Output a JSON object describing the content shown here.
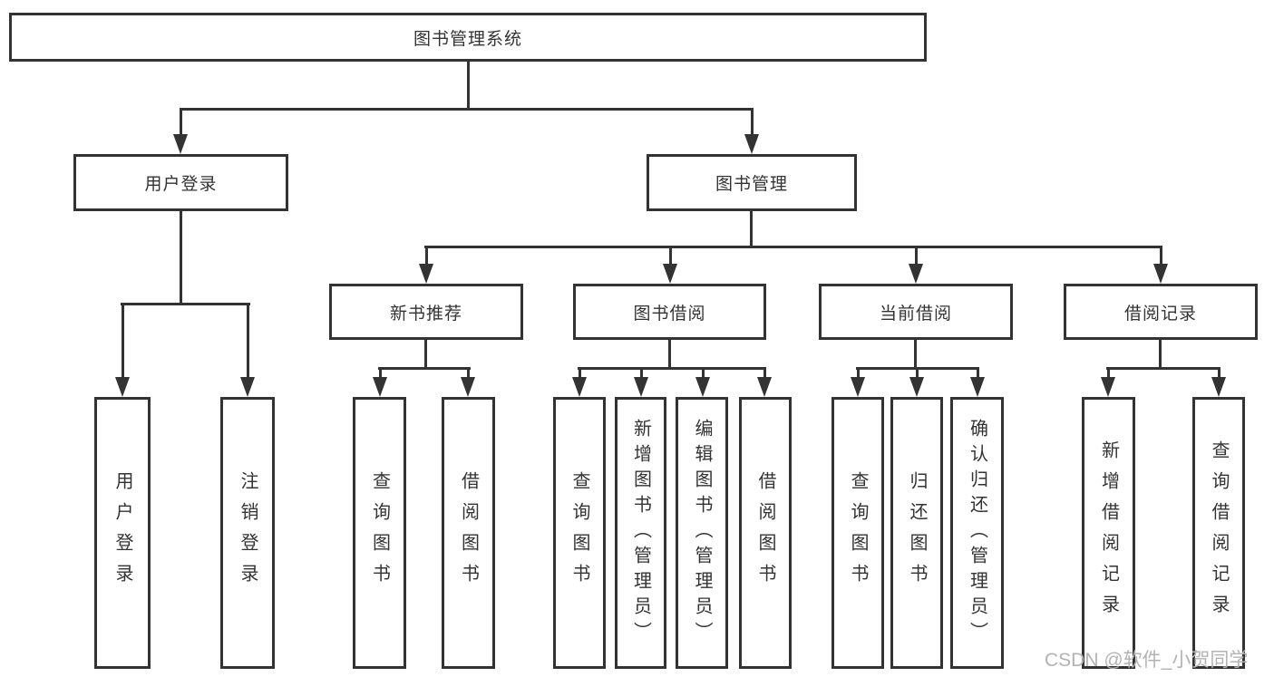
{
  "nodes": {
    "root": "图书管理系统",
    "user_login": "用户登录",
    "book_mgmt": "图书管理",
    "new_book_rec": "新书推荐",
    "book_borrow": "图书借阅",
    "current_borrow": "当前借阅",
    "borrow_record": "借阅记录"
  },
  "leaves": {
    "user_login": "用户登录",
    "logout_login": "注销登录",
    "rec_query_book": "查询图书",
    "rec_borrow_book": "借阅图书",
    "bor_query_book": "查询图书",
    "bor_add_book": "新增图书（管理员）",
    "bor_edit_book": "编辑图书（管理员）",
    "bor_borrow_book": "借阅图书",
    "cur_query_book": "查询图书",
    "cur_return_book": "归还图书",
    "cur_confirm_return": "确认归还（管理员）",
    "log_add_record": "新增借阅记录",
    "log_query_record": "查询借阅记录"
  },
  "watermark": "CSDN @软件_小贺同学",
  "colors": {
    "line": "#333333",
    "box_border": "#333333",
    "text": "#333333",
    "watermark": "#b3b3b3",
    "background": "#ffffff"
  }
}
